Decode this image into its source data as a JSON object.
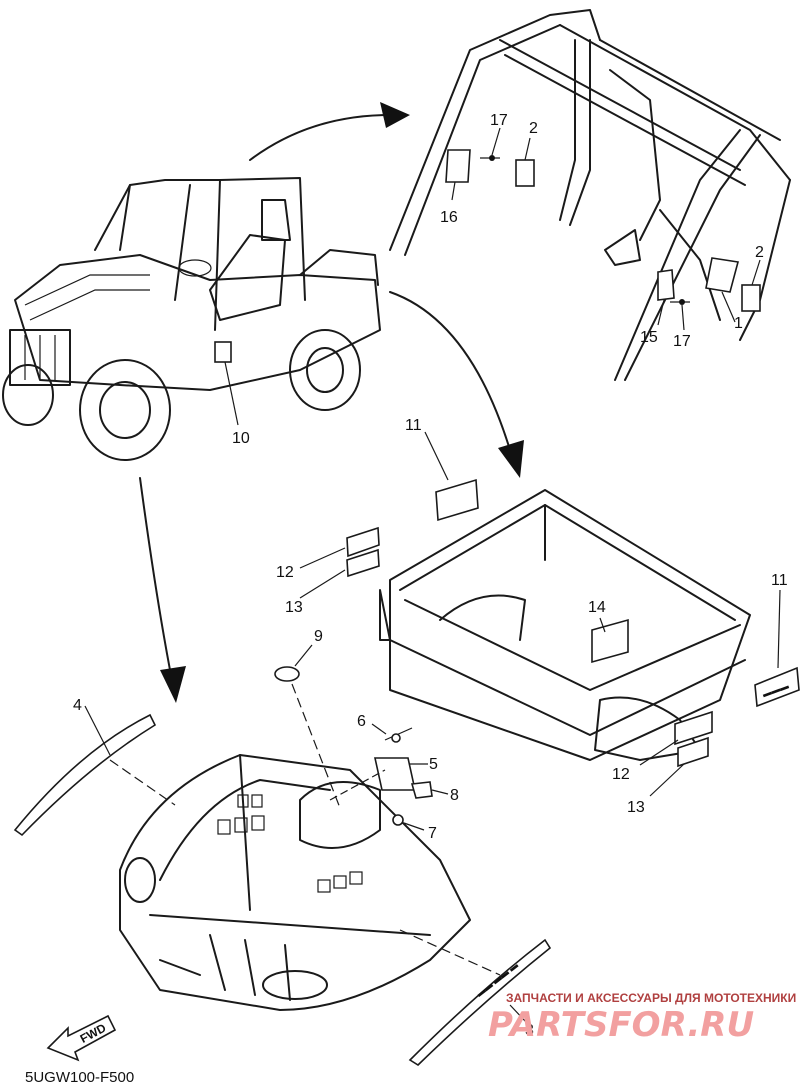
{
  "callouts": {
    "c1": "1",
    "c2a": "2",
    "c2b": "2",
    "c3": "3",
    "c4": "4",
    "c5": "5",
    "c6": "6",
    "c7": "7",
    "c8": "8",
    "c9": "9",
    "c10": "10",
    "c11a": "11",
    "c11b": "11",
    "c12a": "12",
    "c12b": "12",
    "c13a": "13",
    "c13b": "13",
    "c14": "14",
    "c15": "15",
    "c16": "16",
    "c17a": "17",
    "c17b": "17"
  },
  "fwd_label": "FWD",
  "diagram_code": "5UGW100-F500",
  "watermark": {
    "caption": "ЗАПЧАСТИ И АКСЕССУАРЫ ДЛЯ МОТОТЕХНИКИ",
    "brand": "PARTSFOR.RU"
  },
  "colors": {
    "line": "#1a1a1a",
    "watermark": "#f2a0a0",
    "watermark_caption": "#b04040"
  }
}
